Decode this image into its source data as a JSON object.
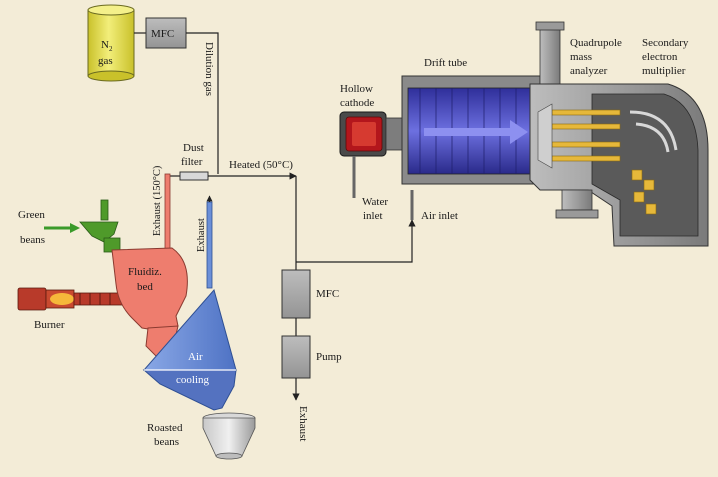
{
  "labels": {
    "n2_line1": "N",
    "n2_sub": "2",
    "n2_line2": "gas",
    "mfc_top": "MFC",
    "dilution_gas": "Dilution gas",
    "dust_filter_1": "Dust",
    "dust_filter_2": "filter",
    "heated": "Heated (50°C)",
    "exhaust_150": "Exhaust (150°C)",
    "exhaust_mid": "Exhaust",
    "green_1": "Green",
    "green_2": "beans",
    "burner": "Burner",
    "fluidized_1": "Fluidiz.",
    "fluidized_2": "bed",
    "air": "Air",
    "cooling": "cooling",
    "roasted_1": "Roasted",
    "roasted_2": "beans",
    "mfc_lower": "MFC",
    "pump": "Pump",
    "exhaust_bottom": "Exhaust",
    "hollow_1": "Hollow",
    "hollow_2": "cathode",
    "water_1": "Water",
    "water_2": "inlet",
    "air_inlet": "Air inlet",
    "drift_tube": "Drift tube",
    "quad_1": "Quadrupole",
    "quad_2": "mass",
    "quad_3": "analyzer",
    "sec_1": "Secondary",
    "sec_2": "electron",
    "sec_3": "multiplier"
  },
  "colors": {
    "background": "#f3ecd7",
    "cylinder": "#e8e24a",
    "box": "#a8a8a8",
    "roaster": "#ee7d6e",
    "cooler": "#6b8fd8",
    "hopper": "#4f9a2a",
    "drift": "#4d50c2",
    "cathode": "#b3161c",
    "chamber": "#8a8a8a"
  }
}
